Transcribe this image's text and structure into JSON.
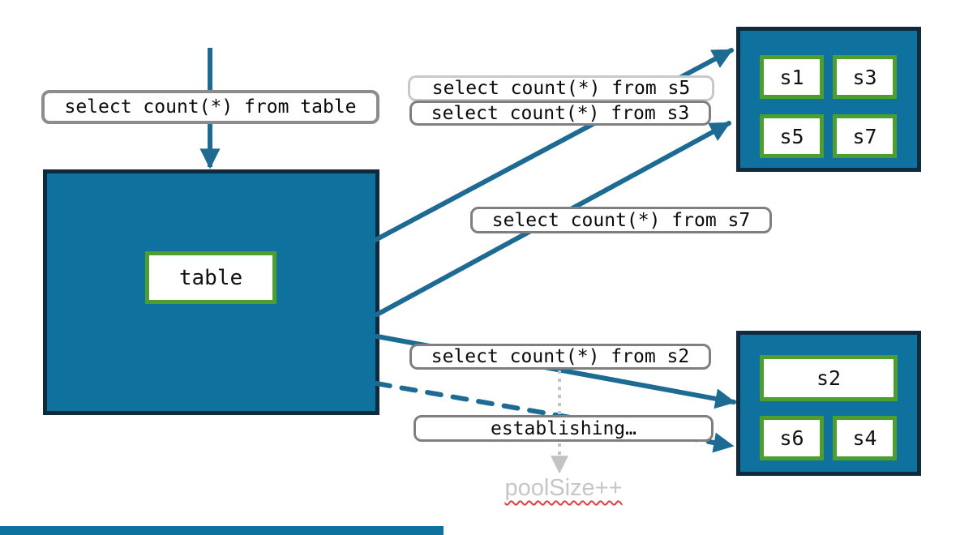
{
  "colors": {
    "teal_fill": "#0e719e",
    "dark_border": "#0e2a3c",
    "green_border": "#4d9e2d",
    "arrow": "#1d6a92",
    "label_border": "#7f7f7f",
    "label_border_light": "#c9c9c9",
    "muted_gray": "#c3c3c3",
    "spellcheck_red": "#e03e3e"
  },
  "diagram": {
    "query_labels": {
      "table": "select count(*) from table",
      "s5": "select count(*) from s5",
      "s3": "select count(*) from s3",
      "s7": "select count(*) from s7",
      "s2": "select count(*) from s2",
      "establishing": "establishing…"
    },
    "source_table": {
      "label": "table"
    },
    "shard_group_top": {
      "shards": [
        {
          "label": "s1"
        },
        {
          "label": "s3"
        },
        {
          "label": "s5"
        },
        {
          "label": "s7"
        }
      ]
    },
    "shard_group_bottom": {
      "shards": [
        {
          "label": "s2"
        },
        {
          "label": "s6"
        },
        {
          "label": "s4"
        }
      ]
    },
    "pool_note": "poolSize++"
  }
}
